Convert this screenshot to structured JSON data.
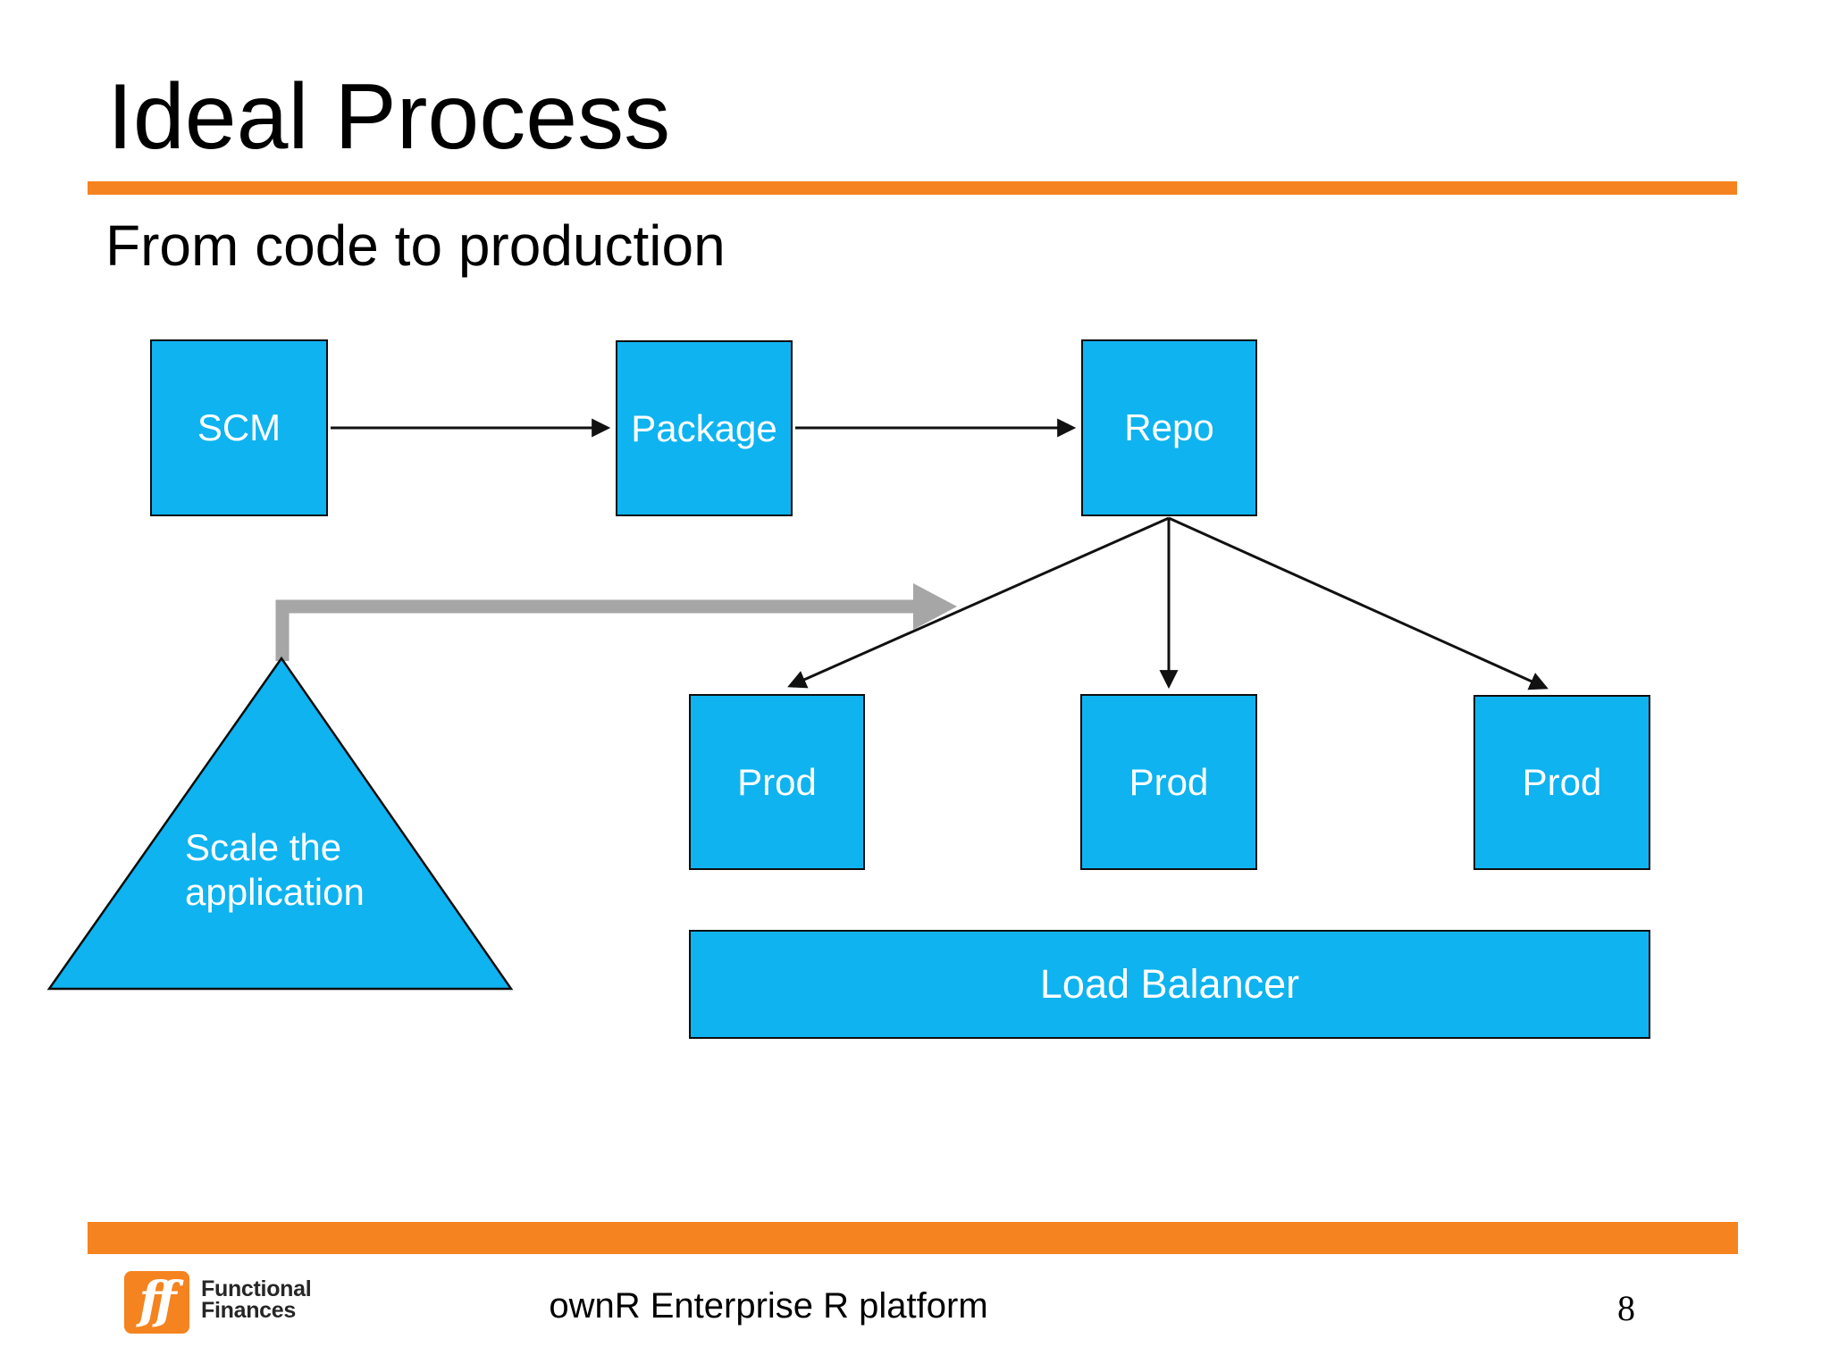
{
  "slide": {
    "title": "Ideal Process",
    "subtitle": "From code to production"
  },
  "diagram": {
    "nodes": {
      "scm": "SCM",
      "package": "Package",
      "repo": "Repo",
      "prod_left": "Prod",
      "prod_middle": "Prod",
      "prod_right": "Prod",
      "load_balancer": "Load Balancer"
    },
    "triangle": {
      "line1": "Scale the",
      "line2": "application"
    }
  },
  "footer": {
    "logo_glyph": "ff",
    "brand_line1": "Functional",
    "brand_line2": "Finances",
    "center_text": "ownR Enterprise R platform",
    "page_number": "8"
  },
  "colors": {
    "node_blue": "#0FB3F0",
    "accent_orange": "#F5831F",
    "scale_arrow_gray": "#A6A6A6",
    "arrow_black": "#111111",
    "text_black": "#000000",
    "node_text_white": "#FFFFFF"
  }
}
